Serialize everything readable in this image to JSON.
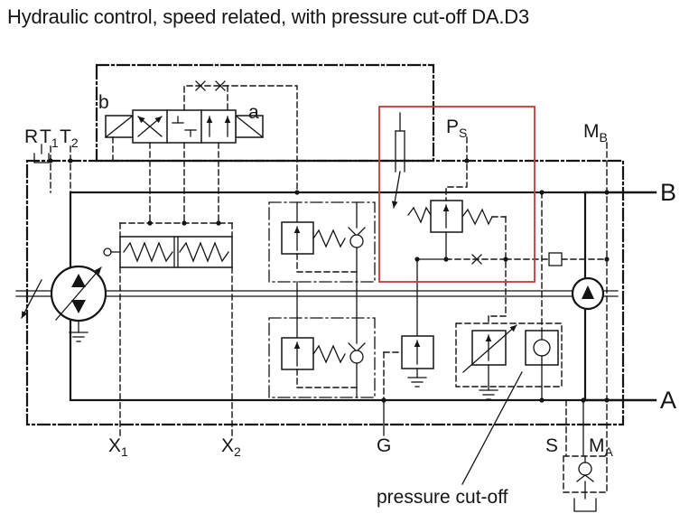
{
  "title": "Hydraulic control, speed related, with pressure cut-off DA.D3",
  "ports": {
    "r": "R",
    "t1": {
      "main": "T",
      "sub": "1"
    },
    "t2": {
      "main": "T",
      "sub": "2"
    },
    "ps": {
      "main": "P",
      "sub": "S"
    },
    "mb": {
      "main": "M",
      "sub": "B"
    },
    "ma": {
      "main": "M",
      "sub": "A"
    },
    "b": "B",
    "a": "A",
    "x1": {
      "main": "X",
      "sub": "1"
    },
    "x2": {
      "main": "X",
      "sub": "2"
    },
    "g": "G",
    "s": "S"
  },
  "solenoids": {
    "a": "a",
    "b": "b"
  },
  "annotation": {
    "pressure_cutoff": "pressure cut-off"
  },
  "colors": {
    "highlight_box": "#c23b3b",
    "block_fill": "#e6e6e6",
    "line": "#141414",
    "background": "#ffffff"
  }
}
